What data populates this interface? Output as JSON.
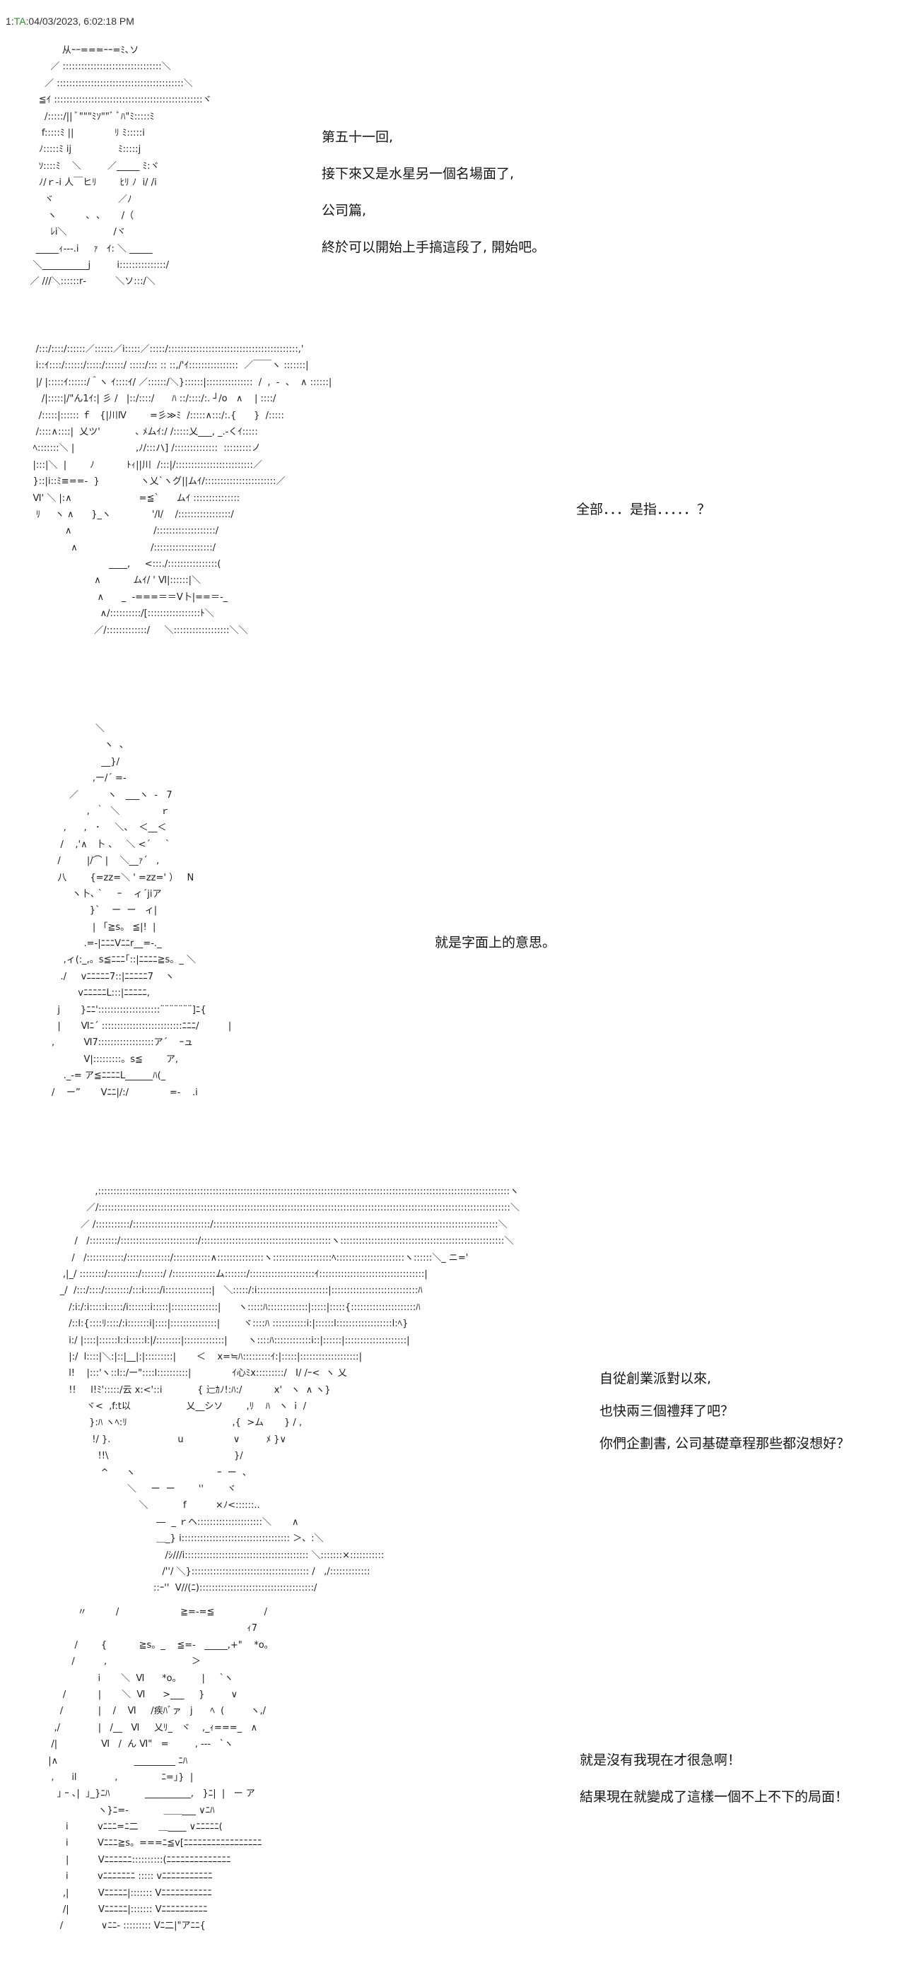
{
  "header": {
    "post_number": "1:",
    "name": "TA",
    "timestamp": ":04/03/2023, 6:02:18 PM"
  },
  "panels": [
    {
      "art": "              从ｰｰ===ｰｰ=ﾐ､ソ\n          ／ ::::::::::::::::::::::::::::::::＼\n        ／ :::::::::::::::::::::::::::::::::::::::::＼\n      ≦ｲ ::::::::::::::::::::::::::::::::::::::::::::::::ヾ\n        /:::::/|| ﾞ\"\"\"ﾐｿ\"\"ﾞ ﾞﾊ\"ﾐ:::::ﾐ\n       f:::::ﾐ ||              ﾘ ﾐ:::::i\n      ﾉ:::::ﾐ ij                ﾐ:::::j\n      ｿ::::ﾐ    ＼         ／_____ ﾐ:ヾ\n      ﾉ/ｒ-i 人￣ヒﾘ        ﾋﾘ ﾉ  i/ /i\n        ヾ                      ／ﾉ\n         ヽ          ､  ､       /（\n          ﾚi＼                /ヾ\n     _____ｨ‐‐‐.i     ｧ   ｲ: ＼ _____\n    ＼__________j         i:::::::::::::::/\n   ／ ///＼::::::r‐          ＼ソ:::/＼",
      "lines": [
        "第五十一回,",
        "接下來又是水星另一個名場面了,",
        "公司篇,",
        "終於可以開始上手搞這段了, 開始吧。"
      ]
    },
    {
      "art": "     /:::/::::/::::::／::::::／i:::::／:::::/::::::::::::::::::::::::::::::::::::::::::,'\n     i::ｲ::::/::::::/:::::/::::::/ :::::/::: :: ::,/'ｲ::::::::::::::::  ／￣￣ヽ :::::::|\n     |/ |:::::ｲ::::::/＾ヽ ｲ::::ｲ/ ／::::::/＼}::::::|:::::::::::::::  /  ,  -  、  ∧ ::::::|\n       /|:::::|/\"ん1ｲ:| 彡 /   |::/::::/      ﾊ ::/::::/:. ┘/o   ∧    | ::::/\n      /:::::|:::::: ｆ   {|川Ⅳ        =彡≫ﾐ  /:::::∧:::/:.{      }  /:::::\n     /::::∧::::|  乂ツ'            ､ ﾒムｲ:/ /:::::乂___, _.‐くｲ:::::\n    ﾍ:::::::＼ |                     ,ﾉ/:::ハ] /::::::::::::::  :::::::::ノ\n    |:::|＼  |        ﾉ           ﾄｨ||川  /:::|/:::::::::::::::::::::::::／\n    }::|i::ﾐ≡==‐  }              ヽ乂`ヽグ||ムｲ/:::::::::::::::::::::::／\n    Ⅵ' ＼ |:∧                       =≦`      ムｲ :::::::::::::::\n     ﾘ     ヽ ∧      }_ヽ              '/I/    /:::::::::::::::::/\n               ∧                            /:::::::::::::::::::/\n                 ∧                         /:::::::::::::::::::/\n                              ____,     <:::./::::::::::::::::(\n                         ∧           ムｲ/ ' Ⅵ|::::::|＼\n                          ∧      _  -===＝＝Ⅴ卜|==＝-_\n                           ∧/::::::::::/[:::::::::::::::::ﾄ＼\n                         ／/:::::::::::::/     ＼::::::::::::::::::＼＼",
      "lines": [
        "全部．．．是指．．．．．？"
      ]
    },
    {
      "art": "                       ＼\n                          ヽ  、\n                         __}/\n                      ,ー/´ =-\n              ／          ヽ   ___ヽ  -   7\n                    ,  ｀  ＼              ｒ\n            ,      ,   ･     ＼、  ＜__＜\n           /    ,'∧   卜 、   ＼ <´     `\n          /         |/⌒ |    ＼__ｧ´   ,\n          八        {=zz=＼ ' =zz=' ）   N\n               ヽ卜､ `     ｰ    ィ´jiア\n                     }`    ー  ー   ィ|\n                      | 「≧s。 ≦|!  |\n                   .=-|ﾆﾆﾆVﾆﾆr__=-._\n            ,ィ(:_,。s≦ﾆﾆﾆ｢::|ﾆﾆﾆﾆ≧s。_ ＼\n           ./     vﾆﾆﾆﾆﾆ7::|ﾆﾆﾆﾆﾆ7    ヽ\n                 vﾆﾆﾆﾆﾆL:::|ﾆﾆﾆﾆﾆ,\n          j       }ﾆﾆ'::::::::::::::::::::¨¨¨¨¨¨¨]ﾆ{\n          |       Ⅵﾆ´ ::::::::::::::::::::::::::ﾆﾆﾆ/          |\n        ,          Ⅵ7::::::::::::::::::ア´    ｰュ\n                   V|:::::::::。s≦        ア,\n            ._-= ア≦ﾆﾆﾆﾆL______ﾊ(_\n        /    ー”       Vﾆﾆ|/:/              =-    .i",
      "lines": [
        "就是字面上的意思。"
      ]
    },
    {
      "art": "                  ,:::::::::::::::::::::::::::::::::::::::::::::::::::::::::::::::::::::::::::::::::::::::::::::::::::::::::::::::::::::::::::::::::::::ヽ\n               ／/:::::::::::::::::::::::::::::::::::::::::::::::::::::::::::::::::::::::::::::::::::::::::::::::::::::::::::::::::::::::::::::::::::::＼\n             ／ /:::::::::::/:::::::::::::::::::::::::/::::::::::::::::::::::::::::::::::::::::::::::::::::::::::::::::::::::::::::::::::::::::::::＼\n           /   /:::::::::/:::::::::::::::::::::::::/::::::::::::::::::::::::::::::::::::::::::ヽ:::::::::::::::::::::::::::::::::::::::::::::::::::::＼\n          /   /::::::::::::/::::::::::::::/::::::::::::∧:::::::::::::::ヽ:::::::::::::::::::ﾍ::::::::::::::::::::::ヽ::::::＼_ ニ='\n       ,|_/ ::::::::/::::::::::/:::::::/ /::::::::::::::ム:::::::/:::::::::::::::::::::ｲ::::::::::::::::::::::::::::::::::|\n      _/  /:::/::::/::::::::/:::i:::::/i:::::::::::::::|   ＼:::::/:i:::::::::::::::::::::::|::::::::::::::::::::::::::::ﾊ\n         /:i:/:i:::::i:::::/i:::::::i:::::|:::::::::::::::|      ヽ:::::ﾊ:::::::::::::|:::::|:::::{:::::::::::::::::::::ﾊ\n         /::l:{::::ﾘ::::/:i:::::::i|::::|:::::::::::::::|        ヾ::::ﾊ :::::::::::i:|::::::l::::::::::::::::::l:ﾍ}\n         i:/ |::::|::::::l::i:::::l:|/::::::::|:::::::::::::|       ヽ::::ﾊ::::::::::::i::|::::::|::::::::::::::::::::|\n         |:/  l::::|＼:|::|__|:|:::::::::|       ＜    x=≒ﾊ:::::::::ｲ:|:::::|:::::::::::::::::::|\n         l!    |:::'ヽ::l::/ー\"::::l::::::::::|              ｲ心ﾐx:::::::::/   Ⅰ/ /ｰ<  ヽ 乂\n         !!     l!ﾐ':::::/云 x:<'::i            { 辷ｶﾉ!:ﾊ:/           x'   ヽ  ∧ ヽ}\n               ヾ<  ,f:t以                   乂__シソ        ,ﾘ    ﾊ   ヽ ｉ /\n                }:ﾊ ヽﾍ:ﾘ                                    ,{  >ム       } / ,\n                 !/ }.                       u                 ∨         ﾒ }∨\n                   !!\\                                           }/\n                    ^      ヽ                            ｰ  ー  ､\n                             ＼     ー  ー        ''        ヾ  \n                                 ＼            f          ×ﾉ<::::::..     \n                                       ―  _ ｒヘ:::::::::::::::::::::＼       ∧\n                                       ＿_} i::::::::::::::::::::::::::::::::::: ＞、:＼\n                                          /ｼ///i:::::::::::::::::::::::::::::::::::::::: ＼:::::::×:::::::::::\n                                         /''/ ＼}:::::::::::::::::::::::::::::::::::::: /   ,/:::::::::::::\n                                      ::ｰ''  V//(ﾆ):::::::::::::::::::::::::::::::::::::/\n                                , :<:::::::::\"/ \"ﾘ:z|/:'::::::::::::::::::::::::::::::::: /::::::::::",
      "lines": [
        "自從創業派對以來,",
        "也快兩三個禮拜了吧？",
        "你們企劃書, 公司基礎章程那些都沒想好？"
      ]
    },
    {
      "art": "            〃          /                     ≧=‐=≦                 /\n                                                                      ｨ7\n           /        {           ≧s。_    ≦=‐   _____,+\"    *o。\n          /          ,                             ＞\n                   i       ＼  Ⅵ      *o。       |     `ヽ\n       /           |       ＼  Ⅵ      >___     }         ∨\n      /            |    /    Ⅵ     /疾ﾊﾞァ   j      ﾍ  (         ヽ,/\n    ,/             |   /__   Ⅵ     乂ﾘ_   ヾ    ,_ｨ===_   ∧\n   /|               Ⅵ   /  ん Ⅵ\"   =         , -‐-   `ヽ\n  |∧                          _________ ﾆﾊ\n   ,      il             ,               ﾆ=｣}  |\n     ｣ ｰ ､|  ｣_}ﾆﾊ            __________,   }ﾆ|  |   ー ア\n                   ヽ}ﾆ=‐            ＿＿___ ∨ﾆﾊ\n        i          vﾆﾆﾆ=ﾆ二       ＿____ ∨ﾆﾆﾆﾆﾆ(\n        i          Ⅴﾆﾆﾆ≧s。===ﾆ≦v[ﾆﾆﾆﾆﾆﾆﾆﾆﾆﾆﾆﾆﾆﾆﾆﾆﾆ\n        |          Ⅴﾆﾆﾆﾆﾆﾆ::::::::::(ﾆﾆﾆﾆﾆﾆﾆﾆﾆﾆﾆﾆﾆﾆ\n        i          vﾆﾆﾆﾆﾆﾆﾆ ::::: vﾆﾆﾆﾆﾆﾆﾆﾆﾆﾆﾆ\n       ,|          Vﾆﾆﾆﾆﾆ|::::::: Vﾆﾆﾆﾆﾆﾆﾆﾆﾆﾆﾆ\n       /|          Vﾆﾆﾆﾆﾆ|::::::: Vﾆﾆﾆﾆﾆﾆﾆﾆﾆﾆ\n      /             ∨ﾆﾆ‐ ::::::::: Vﾆ二|\"アﾆﾆ{",
      "lines": [
        "就是沒有我現在才很急啊！",
        "結果現在就變成了這樣一個不上不下的局面！"
      ]
    }
  ]
}
